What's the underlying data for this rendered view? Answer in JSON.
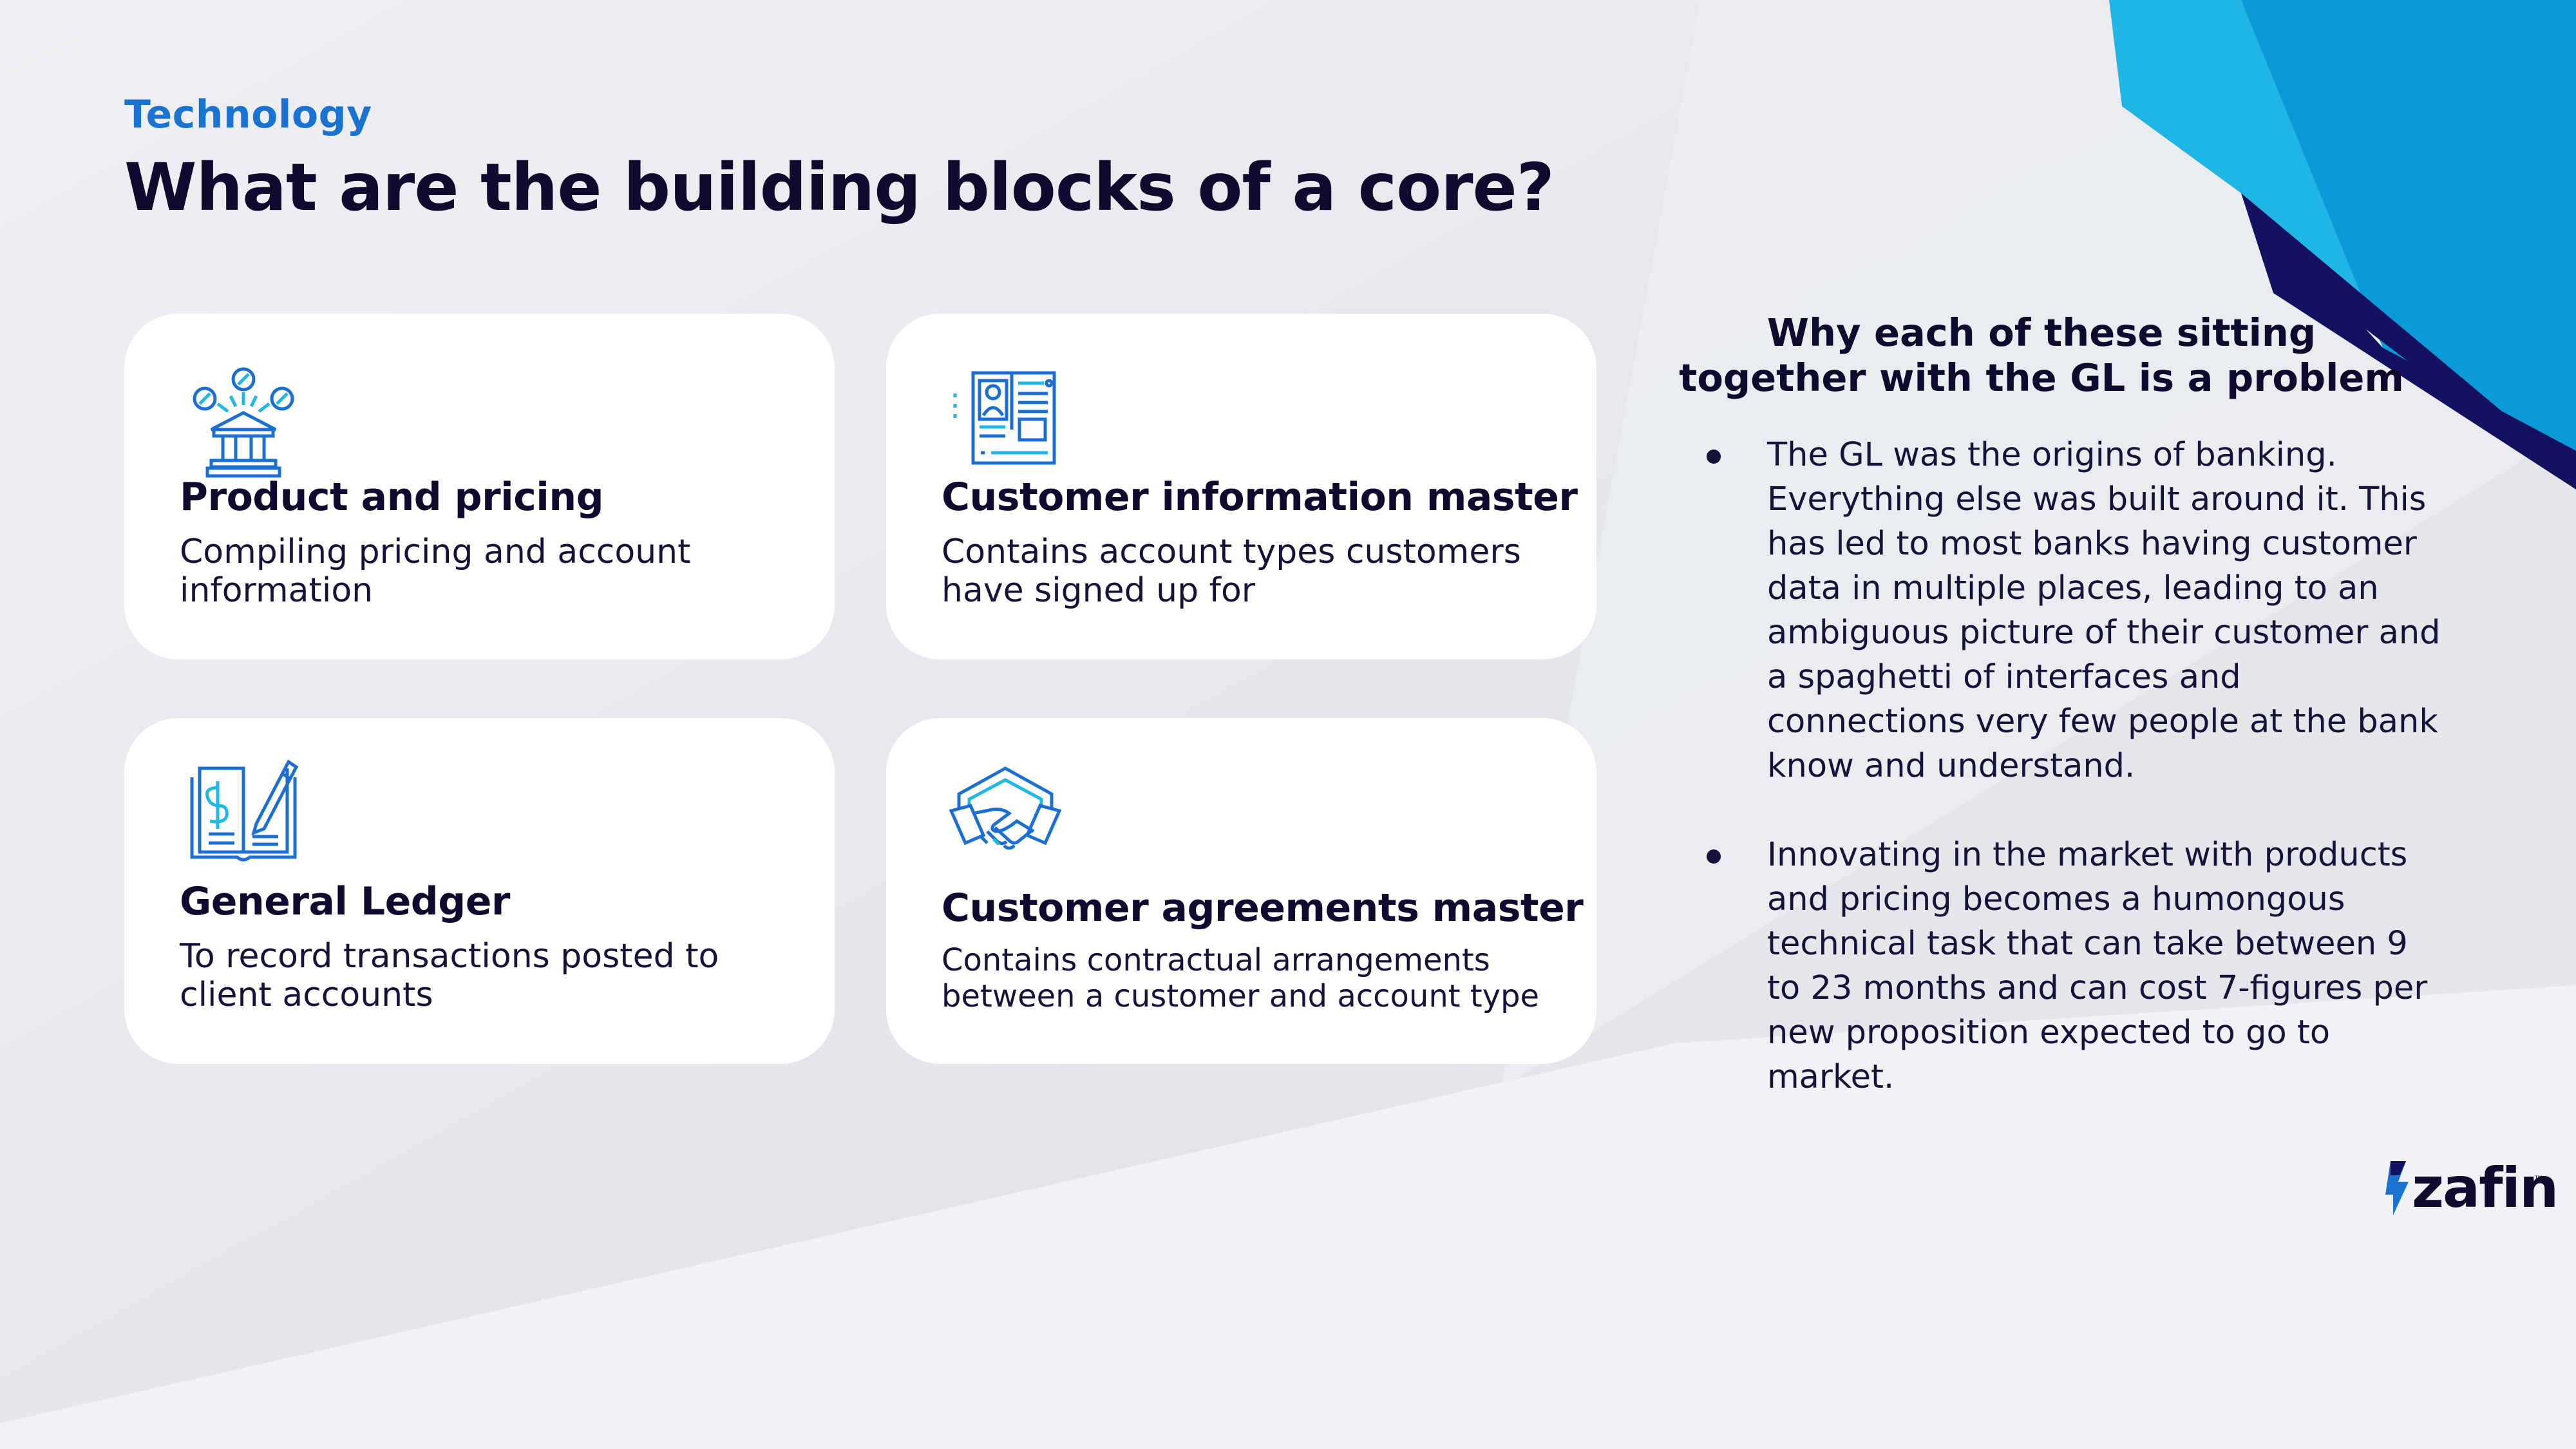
{
  "header": {
    "eyebrow": "Technology",
    "title": "What are the building blocks of a core?"
  },
  "cards": [
    {
      "title": "Product and pricing",
      "description": "Compiling pricing and account information",
      "icon": "bank-coins-icon"
    },
    {
      "title": "Customer information master",
      "description": "Contains account types customers have signed up for",
      "icon": "profile-document-icon"
    },
    {
      "title": "General Ledger",
      "description": "To record transactions posted to client accounts",
      "icon": "ledger-book-icon"
    },
    {
      "title": "Customer agreements master",
      "description": "Contains contractual arrangements between a customer and account type",
      "icon": "handshake-icon"
    }
  ],
  "sidebar": {
    "title": "Why each of these sitting together with the GL is a problem",
    "bullets": [
      "The GL was the origins of banking. Everything else was built around it.  This has led to most banks having customer data in multiple places, leading to an ambiguous picture of their customer and a spaghetti of interfaces and connections very few people at the bank know and understand.",
      "Innovating in the market with products and pricing becomes a humongous technical task that can take between 9 to 23 months and can cost 7-figures per new proposition expected to go to market."
    ]
  },
  "logo": {
    "text": "zafin",
    "trademark": "™"
  },
  "colors": {
    "accent": "#1a73d1",
    "ink": "#0e0b2e",
    "icon_blue": "#1c6ed0",
    "icon_cyan": "#22b8e6",
    "shape_light_blue": "#1fb5e4",
    "shape_mid_blue": "#0a9ad8",
    "shape_navy": "#121260"
  }
}
